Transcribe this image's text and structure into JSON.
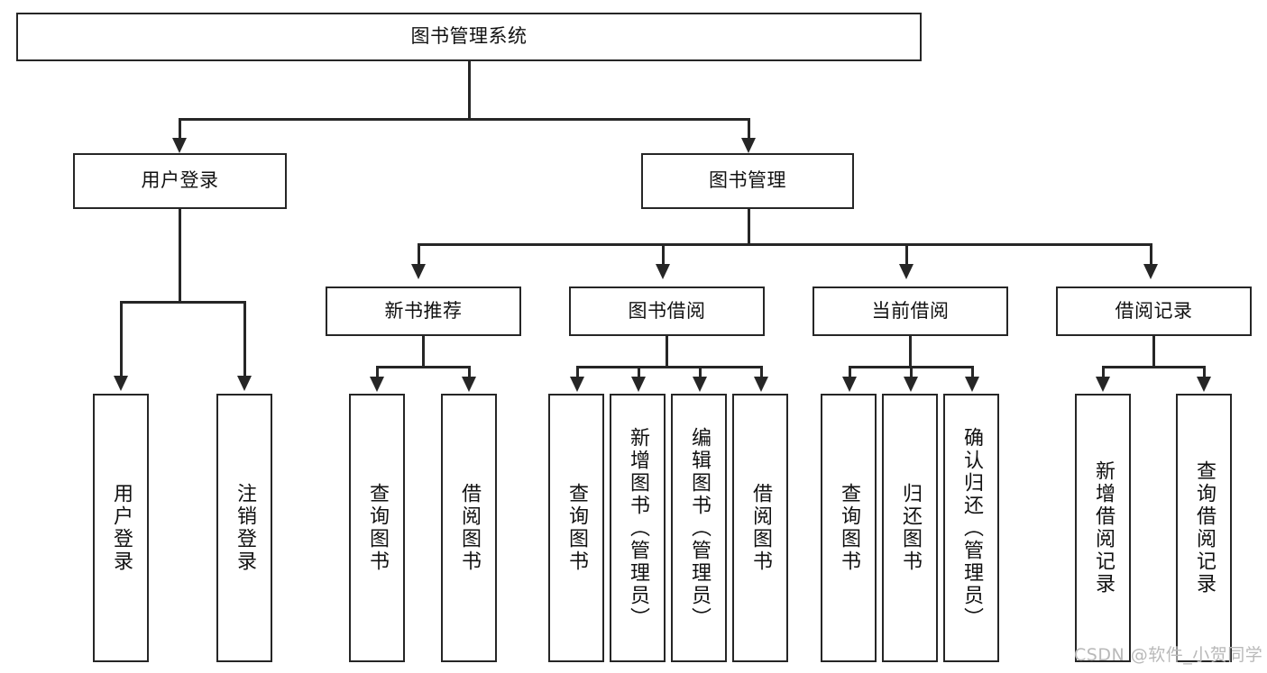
{
  "diagram": {
    "title": "图书管理系统",
    "type": "tree",
    "root": {
      "label": "图书管理系统"
    },
    "level2": [
      {
        "label": "用户登录"
      },
      {
        "label": "图书管理"
      }
    ],
    "level3": [
      {
        "label": "新书推荐"
      },
      {
        "label": "图书借阅"
      },
      {
        "label": "当前借阅"
      },
      {
        "label": "借阅记录"
      }
    ],
    "leaves": {
      "user_login": [
        {
          "label": "用户登录"
        },
        {
          "label": "注销登录"
        }
      ],
      "new_book_recommend": [
        {
          "label": "查询图书"
        },
        {
          "label": "借阅图书"
        }
      ],
      "book_borrow": [
        {
          "label": "查询图书"
        },
        {
          "label": "新增图书（管理员）"
        },
        {
          "label": "编辑图书（管理员）"
        },
        {
          "label": "借阅图书"
        }
      ],
      "current_borrow": [
        {
          "label": "查询图书"
        },
        {
          "label": "归还图书"
        },
        {
          "label": "确认归还（管理员）"
        }
      ],
      "borrow_record": [
        {
          "label": "新增借阅记录"
        },
        {
          "label": "查询借阅记录"
        }
      ]
    }
  },
  "watermark": {
    "text": "CSDN @软件_小贺同学"
  },
  "colors": {
    "stroke": "#262626",
    "fill": "#ffffff",
    "text": "#111111",
    "watermark": "#b9b9b9"
  }
}
